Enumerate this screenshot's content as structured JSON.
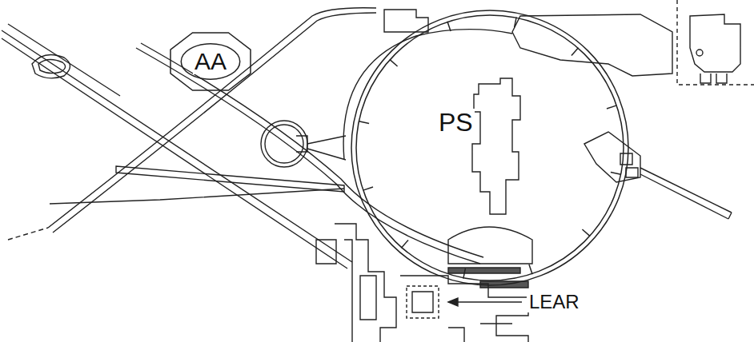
{
  "diagram": {
    "nodes": [
      {
        "text": [
          "AA"
        ]
      },
      {
        "text": [
          "PS"
        ]
      }
    ],
    "labels": [
      "LEAR"
    ]
  }
}
